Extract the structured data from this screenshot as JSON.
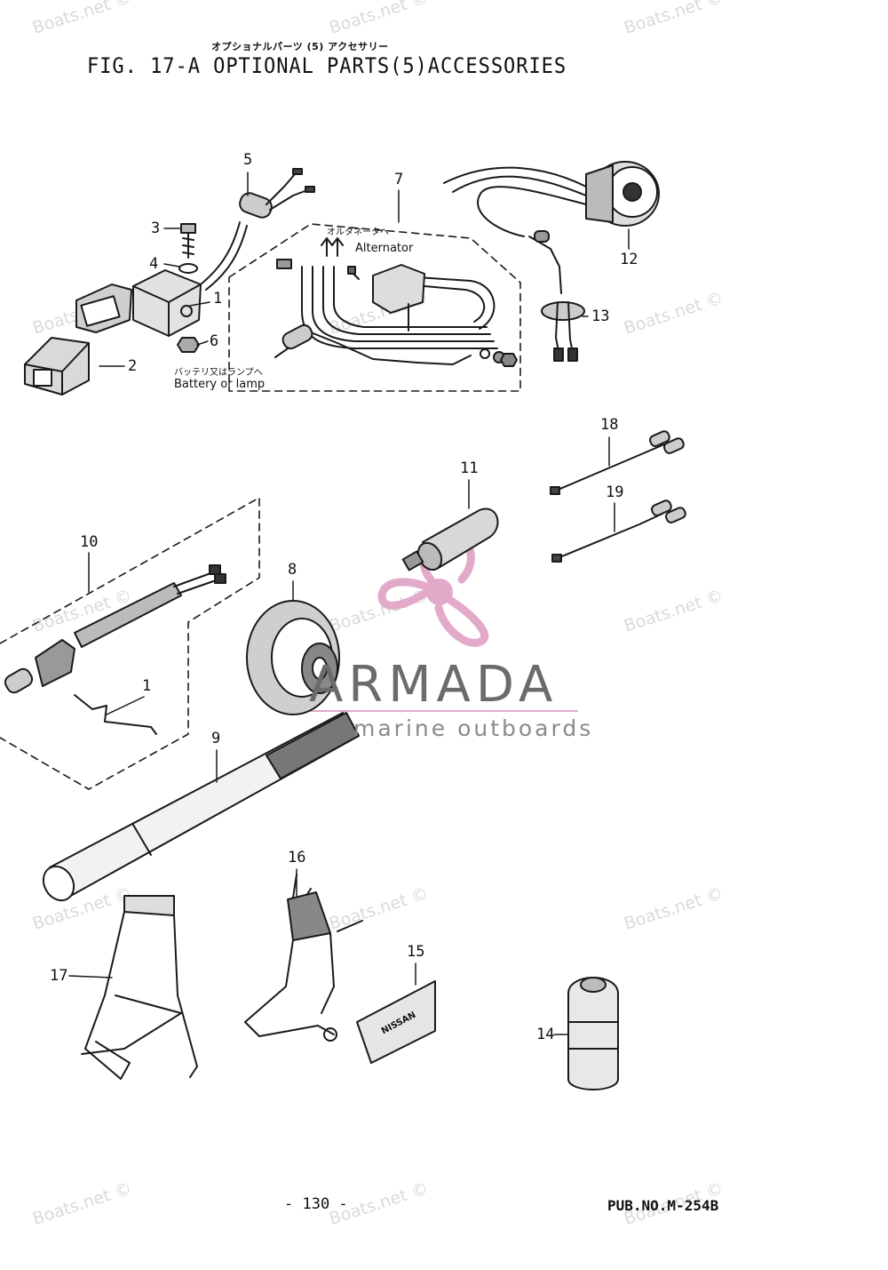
{
  "header": {
    "title_jp": "オプショナルパーツ (5) アクセサリー",
    "title": "FIG. 17-A OPTIONAL PARTS(5)ACCESSORIES"
  },
  "callouts": [
    "1",
    "2",
    "3",
    "4",
    "5",
    "6",
    "7",
    "12",
    "13",
    "18",
    "19",
    "11",
    "10",
    "8",
    "1",
    "9",
    "16",
    "17",
    "15",
    "14"
  ],
  "notes": {
    "alternator_jp": "オルタネータへ",
    "alternator_en": "Alternator",
    "battery_jp": "バッテリ又はランプへ",
    "battery_en": "Battery or lamp"
  },
  "box_label": "NISSAN",
  "watermark": {
    "text": "Boats.net ©",
    "color": "#dadada"
  },
  "brand": {
    "name": "ARMADA",
    "tagline": "marine outboards",
    "logo_color": "#e3a9c8",
    "text_color": "#6b6b6b"
  },
  "footer": {
    "page": "- 130 -",
    "pub": "PUB.NO.M-254B"
  }
}
